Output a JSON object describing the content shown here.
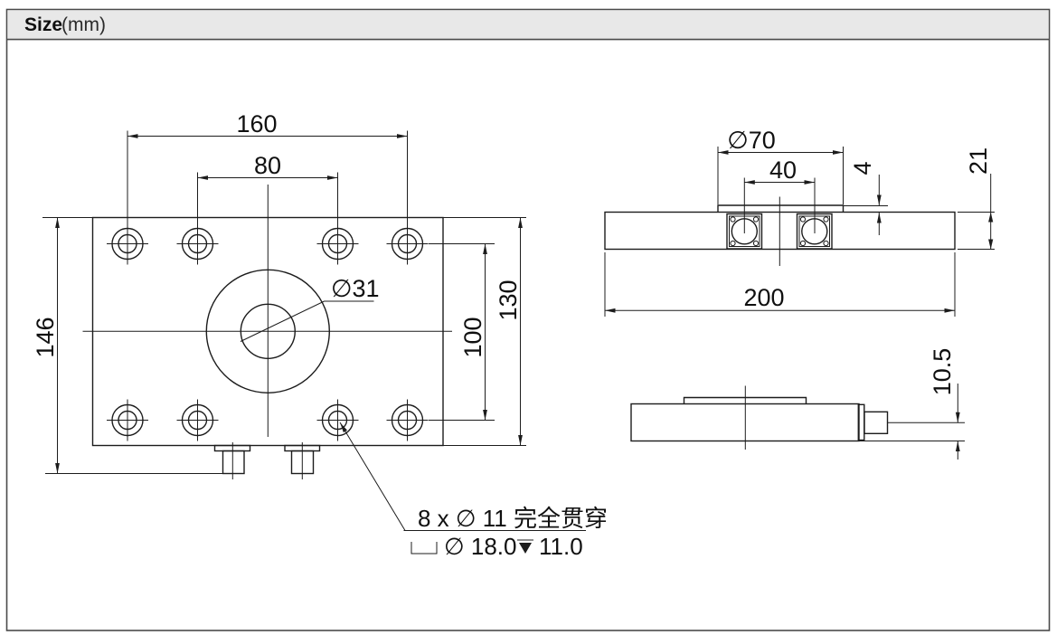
{
  "header": {
    "title": "Size",
    "unit": "(mm)"
  },
  "drawing": {
    "front_view": {
      "outer_hole_spacing": "160",
      "inner_hole_spacing": "80",
      "total_height": "146",
      "plate_height": "130",
      "hole_row_spacing": "100",
      "center_hole_dia": "∅31"
    },
    "top_view": {
      "boss_dia": "∅70",
      "connector_spacing": "40",
      "boss_height": "4",
      "plate_thickness": "21",
      "plate_width": "200"
    },
    "side_view": {
      "cable_axis_height": "10.5"
    },
    "hole_callout": {
      "line1": "8 x ∅ 11 完全贯穿",
      "counterbore": "∅ 18.0",
      "depth": "11.0"
    }
  }
}
